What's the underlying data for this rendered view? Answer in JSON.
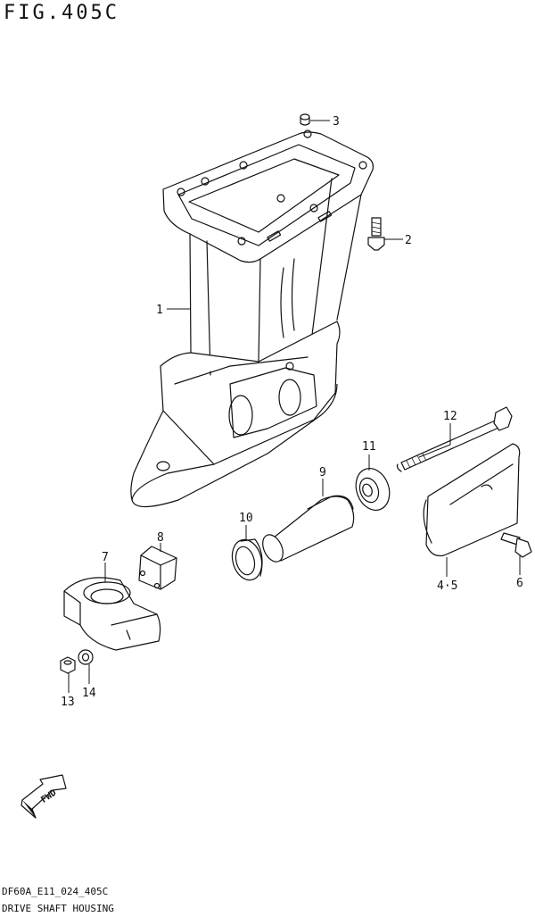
{
  "header": {
    "figure_title": "FIG.405C"
  },
  "footer": {
    "drawing_code": "DF60A_E11_024_405C",
    "section_title": "DRIVE SHAFT HOUSING"
  },
  "callouts": [
    {
      "id": "part-1",
      "label": "1"
    },
    {
      "id": "part-2",
      "label": "2"
    },
    {
      "id": "part-3",
      "label": "3"
    },
    {
      "id": "part-4-5",
      "label": "4·5"
    },
    {
      "id": "part-6",
      "label": "6"
    },
    {
      "id": "part-7",
      "label": "7"
    },
    {
      "id": "part-8",
      "label": "8"
    },
    {
      "id": "part-9",
      "label": "9"
    },
    {
      "id": "part-10",
      "label": "10"
    },
    {
      "id": "part-11",
      "label": "11"
    },
    {
      "id": "part-12",
      "label": "12"
    },
    {
      "id": "part-13",
      "label": "13"
    },
    {
      "id": "part-14",
      "label": "14"
    }
  ],
  "direction_marker": {
    "label": "FWD",
    "icon": "fwd-arrow-icon"
  }
}
